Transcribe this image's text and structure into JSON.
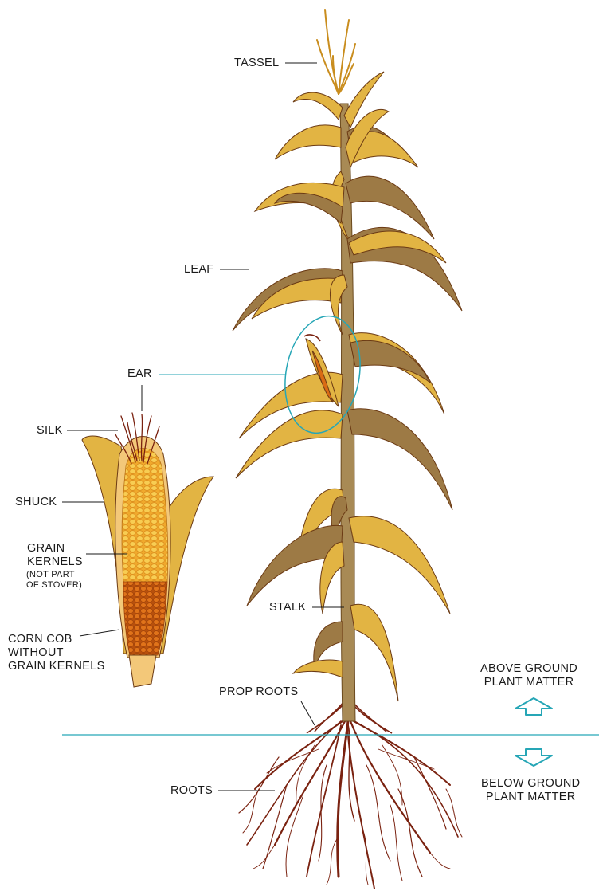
{
  "labels": {
    "tassel": "TASSEL",
    "leaf": "LEAF",
    "ear": "EAR",
    "silk": "SILK",
    "shuck": "SHUCK",
    "grain_kernels": [
      "GRAIN",
      "KERNELS"
    ],
    "grain_note": [
      "(NOT PART",
      "OF STOVER)"
    ],
    "corn_cob": [
      "CORN COB",
      "WITHOUT",
      "GRAIN KERNELS"
    ],
    "stalk": "STALK",
    "prop_roots": "PROP ROOTS",
    "roots": "ROOTS",
    "above_ground": [
      "ABOVE GROUND",
      "PLANT MATTER"
    ],
    "below_ground": [
      "BELOW GROUND",
      "PLANT MATTER"
    ]
  },
  "colors": {
    "leaf_light": "#e2b443",
    "leaf_dark": "#9d7a45",
    "stalk": "#a88a55",
    "outline": "#6b3a14",
    "root": "#7a2210",
    "kernel_yellow": "#f2b233",
    "kernel_orange": "#d96b14",
    "ground_line": "#26a6b6",
    "arrow": "#26a6b6",
    "text": "#1a1a1a"
  },
  "icons": {
    "up_arrow": "up-arrow-icon",
    "down_arrow": "down-arrow-icon"
  }
}
